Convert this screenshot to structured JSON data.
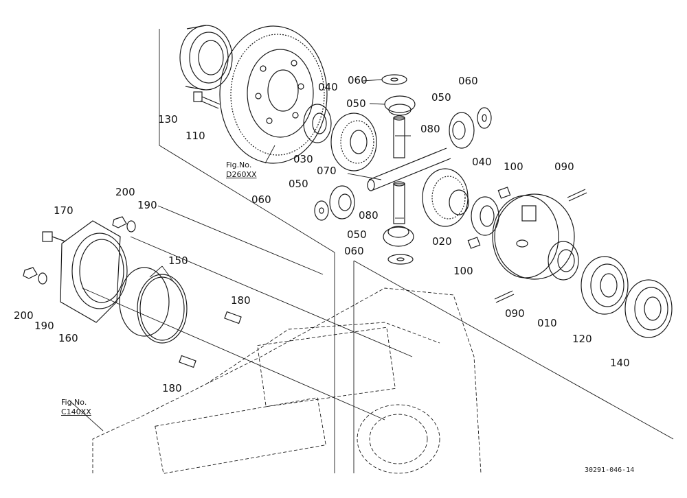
{
  "diagram": {
    "callouts": {
      "p130": "130",
      "p110": "110",
      "p040a": "040",
      "p060a": "060",
      "p050a": "050",
      "p060b": "060",
      "p050b": "050",
      "p080a": "080",
      "p030": "030",
      "p070": "070",
      "p040b": "040",
      "p100a": "100",
      "p090a": "090",
      "p050c": "050",
      "p060c": "060",
      "p080b": "080",
      "p020": "020",
      "p050d": "050",
      "p060d": "060",
      "p100b": "100",
      "p090b": "090",
      "p010": "010",
      "p120": "120",
      "p140": "140",
      "p200a": "200",
      "p190a": "190",
      "p170": "170",
      "p150": "150",
      "p180a": "180",
      "p200b": "200",
      "p190b": "190",
      "p160": "160",
      "p180b": "180"
    },
    "figure_refs": {
      "upper": {
        "line1": "Fig.No.",
        "line2": "D260XX"
      },
      "lower": {
        "line1": "Fig.No.",
        "line2": "C140XX"
      }
    },
    "drawing_code": "30291-046-14",
    "line_color": "#1a1a1a"
  }
}
